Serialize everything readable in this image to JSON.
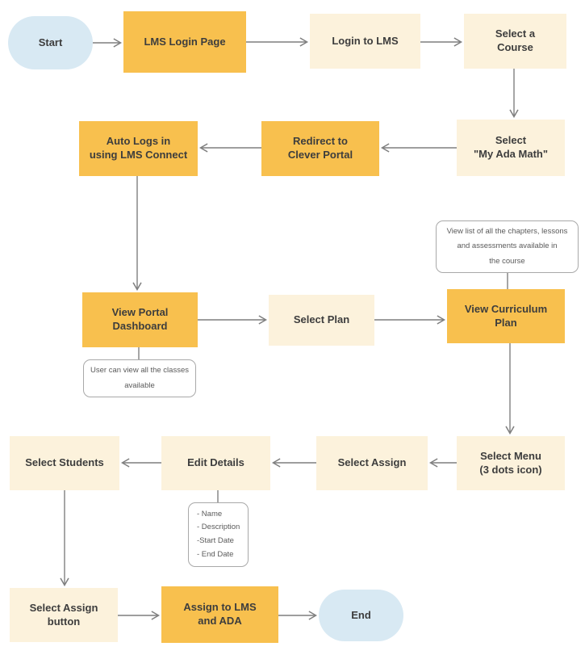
{
  "diagram": {
    "type": "flowchart",
    "colors": {
      "process_highlight": "#f8c04e",
      "process": "#fcf2dc",
      "terminal": "#d8e9f3",
      "connector": "#7f7f7f",
      "note_border": "#a9a9a9",
      "label_text": "#3d3d3d",
      "note_text": "#5a5a5a"
    }
  },
  "nodes": {
    "start": {
      "label": "Start",
      "shape": "terminal"
    },
    "lms_login_page": {
      "label": "LMS Login Page",
      "shape": "process-highlight"
    },
    "login_to_lms": {
      "label": "Login to LMS",
      "shape": "process"
    },
    "select_a_course": {
      "label": "Select a\nCourse",
      "shape": "process"
    },
    "auto_logs_in": {
      "label": "Auto Logs in\nusing LMS Connect",
      "shape": "process-highlight"
    },
    "redirect_clever": {
      "label": "Redirect to\nClever Portal",
      "shape": "process-highlight"
    },
    "select_my_ada": {
      "label": "Select\n\"My Ada Math\"",
      "shape": "process"
    },
    "view_dashboard": {
      "label": "View Portal\nDashboard",
      "shape": "process-highlight"
    },
    "select_plan": {
      "label": "Select Plan",
      "shape": "process"
    },
    "curriculum_plan": {
      "label": "View Curriculum\nPlan",
      "shape": "process-highlight"
    },
    "select_students": {
      "label": "Select Students",
      "shape": "process"
    },
    "edit_details": {
      "label": "Edit Details",
      "shape": "process"
    },
    "select_assign": {
      "label": "Select Assign",
      "shape": "process"
    },
    "select_menu": {
      "label": "Select Menu\n(3 dots icon)",
      "shape": "process"
    },
    "assign_button": {
      "label": "Select Assign\nbutton",
      "shape": "process"
    },
    "assign_lms_ada": {
      "label": "Assign to LMS\nand ADA",
      "shape": "process-highlight"
    },
    "end": {
      "label": "End",
      "shape": "terminal"
    }
  },
  "notes": {
    "view_list": {
      "text": "View list of all the chapters, lessons\nand assessments available in\nthe course",
      "attached_to": "curriculum_plan"
    },
    "user_view": {
      "text": "User can view all the classes\navailable",
      "attached_to": "view_dashboard"
    },
    "edit_fields": {
      "attached_to": "edit_details",
      "lines": [
        "- Name",
        "- Description",
        "-Start Date",
        "- End Date"
      ]
    }
  },
  "edges": [
    {
      "from": "start",
      "to": "lms_login_page",
      "arrow": true
    },
    {
      "from": "lms_login_page",
      "to": "login_to_lms",
      "arrow": true
    },
    {
      "from": "login_to_lms",
      "to": "select_a_course",
      "arrow": true
    },
    {
      "from": "select_a_course",
      "to": "select_my_ada",
      "arrow": true
    },
    {
      "from": "select_my_ada",
      "to": "redirect_clever",
      "arrow": true
    },
    {
      "from": "redirect_clever",
      "to": "auto_logs_in",
      "arrow": true
    },
    {
      "from": "auto_logs_in",
      "to": "view_dashboard",
      "arrow": true
    },
    {
      "from": "view_list_note",
      "to": "curriculum_plan",
      "arrow": false
    },
    {
      "from": "view_dashboard",
      "to": "select_plan",
      "arrow": true
    },
    {
      "from": "select_plan",
      "to": "curriculum_plan",
      "arrow": true
    },
    {
      "from": "view_dashboard",
      "to": "user_view_note",
      "arrow": false
    },
    {
      "from": "curriculum_plan",
      "to": "select_menu",
      "arrow": true
    },
    {
      "from": "select_menu",
      "to": "select_assign",
      "arrow": true
    },
    {
      "from": "select_assign",
      "to": "edit_details",
      "arrow": true
    },
    {
      "from": "edit_details",
      "to": "select_students",
      "arrow": true
    },
    {
      "from": "edit_details",
      "to": "edit_fields_note",
      "arrow": false
    },
    {
      "from": "select_students",
      "to": "assign_button",
      "arrow": true
    },
    {
      "from": "assign_button",
      "to": "assign_lms_ada",
      "arrow": true
    },
    {
      "from": "assign_lms_ada",
      "to": "end",
      "arrow": true
    }
  ]
}
